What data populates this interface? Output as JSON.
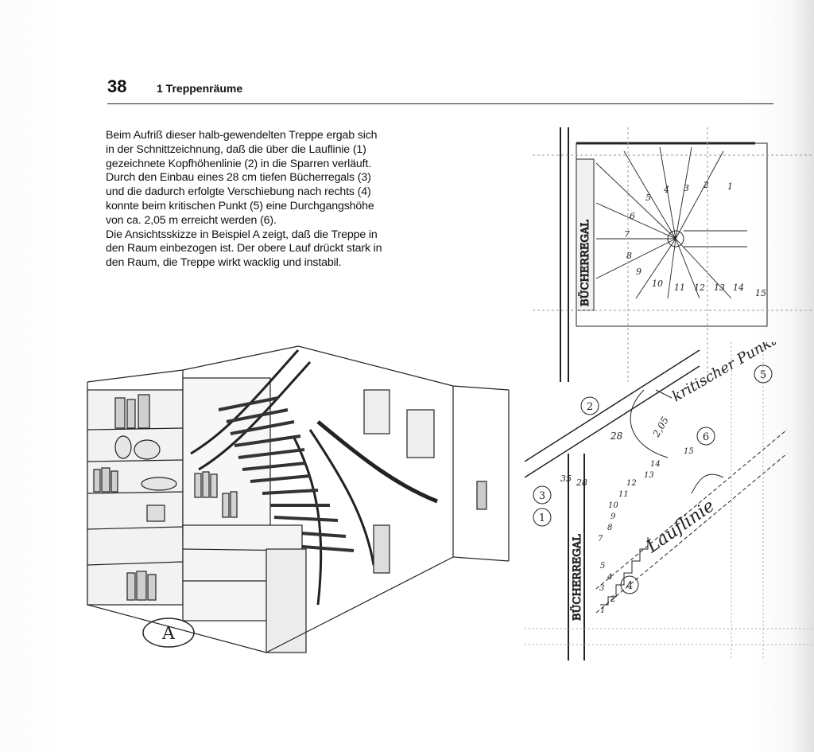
{
  "header": {
    "page_number": "38",
    "chapter_title": "1 Treppenräume"
  },
  "body_text": "Beim Aufriß dieser halb-gewendelten Treppe ergab sich\nin der Schnittzeichnung, daß die über die Lauflinie (1)\ngezeichnete Kopfhöhenlinie (2) in die Sparren verläuft.\nDurch den Einbau eines 28 cm tiefen Bücherregals (3)\nund die dadurch erfolgte Verschiebung nach rechts (4)\nkonnte beim kritischen Punkt (5) eine Durchgangshöhe\nvon ca. 2,05 m erreicht werden (6).\nDie Ansichtsskizze in Beispiel A zeigt, daß die Treppe in\nden Raum einbezogen ist. Der obere Lauf drückt stark in\nden Raum, die Treppe wirkt wacklig und instabil.",
  "sketch_a": {
    "label": "A"
  },
  "plan": {
    "shelf_label": "BÜCHERREGAL",
    "step_numbers": [
      "1",
      "2",
      "3",
      "4",
      "5",
      "6",
      "7",
      "8",
      "9",
      "10",
      "11",
      "12",
      "13",
      "14",
      "15"
    ]
  },
  "section": {
    "shelf_label": "BÜCHERREGAL",
    "annotation_critical": "kritischer Punkt",
    "annotation_lauflinie": "Lauflinie",
    "dim_205": "2,05",
    "dim_28a": "28",
    "dim_28b": "28",
    "dim_35": "35",
    "marker_1": "1",
    "marker_2": "2",
    "marker_3": "3",
    "marker_4": "4",
    "marker_5": "5",
    "marker_6": "6",
    "step_numbers": [
      "1",
      "2",
      "3",
      "4",
      "5",
      "7",
      "8",
      "9",
      "10",
      "11",
      "12",
      "13",
      "14",
      "15"
    ]
  }
}
